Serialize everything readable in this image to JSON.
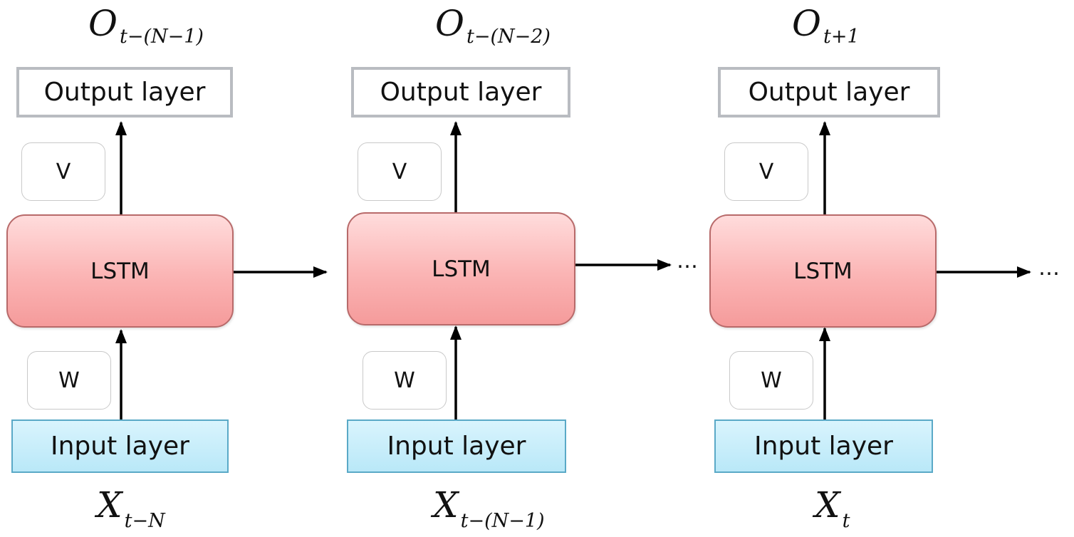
{
  "colors": {
    "lstm_fill_top": "#ffdcdc",
    "lstm_fill_bottom": "#f59b9b",
    "lstm_border": "#b86a6a",
    "input_fill": "#c4ecfa",
    "input_border": "#5aa9c7",
    "output_border": "#b9bcc1",
    "arrow": "#000000"
  },
  "units": [
    {
      "output_symbol": "O",
      "output_subscript": "t−(N−1)",
      "output_label": "Output layer",
      "v_label": "V",
      "lstm_label": "LSTM",
      "w_label": "W",
      "input_label": "Input layer",
      "input_symbol": "X",
      "input_subscript": "t−N"
    },
    {
      "output_symbol": "O",
      "output_subscript": "t−(N−2)",
      "output_label": "Output layer",
      "v_label": "V",
      "lstm_label": "LSTM",
      "w_label": "W",
      "input_label": "Input layer",
      "input_symbol": "X",
      "input_subscript": "t−(N−1)"
    },
    {
      "output_symbol": "O",
      "output_subscript": "t+1",
      "output_label": "Output layer",
      "v_label": "V",
      "lstm_label": "LSTM",
      "w_label": "W",
      "input_label": "Input layer",
      "input_symbol": "X",
      "input_subscript": "t"
    }
  ],
  "ellipsis": [
    "…",
    "…"
  ]
}
